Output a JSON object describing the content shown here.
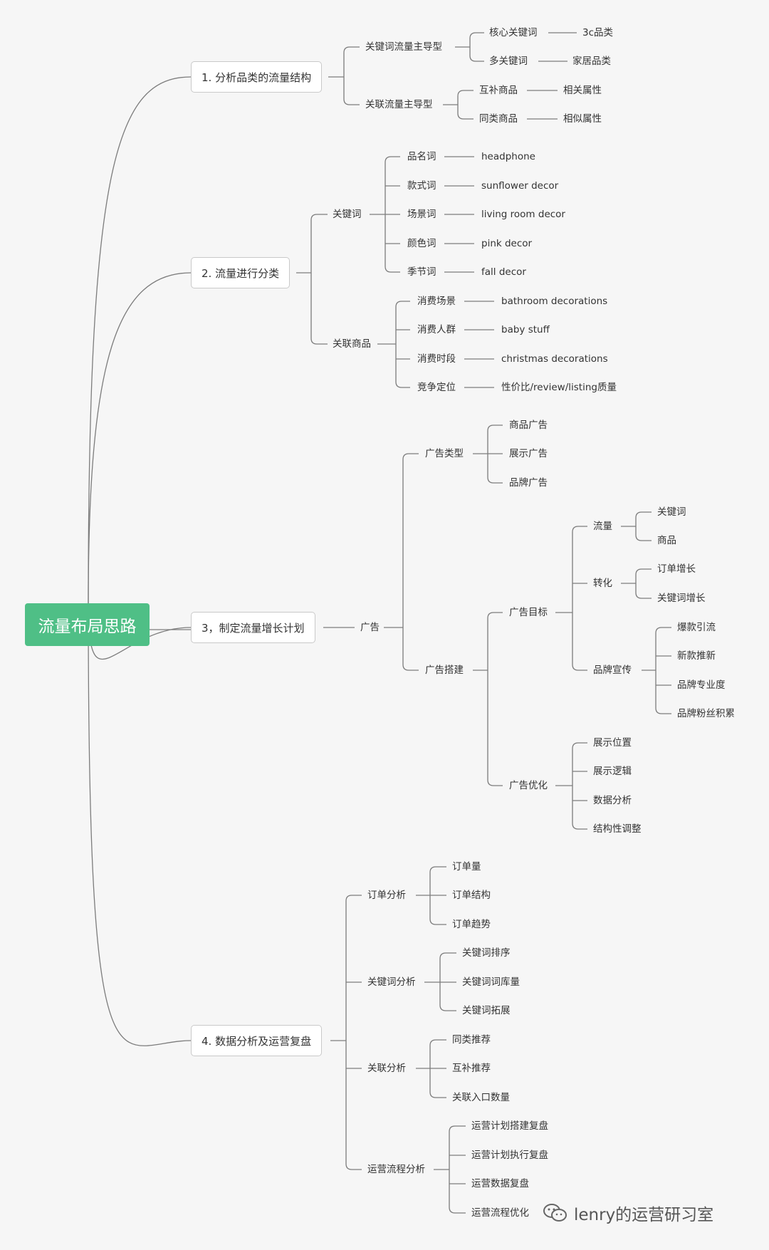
{
  "root": {
    "label": "流量布局思路"
  },
  "branches": [
    {
      "label": "1. 分析品类的流量结构",
      "children": [
        {
          "label": "关键词流量主导型",
          "children": [
            {
              "label": "核心关键词",
              "children": [
                {
                  "label": "3c品类"
                }
              ]
            },
            {
              "label": "多关键词",
              "children": [
                {
                  "label": "家居品类"
                }
              ]
            }
          ]
        },
        {
          "label": "关联流量主导型",
          "children": [
            {
              "label": "互补商品",
              "children": [
                {
                  "label": "相关属性"
                }
              ]
            },
            {
              "label": "同类商品",
              "children": [
                {
                  "label": "相似属性"
                }
              ]
            }
          ]
        }
      ]
    },
    {
      "label": "2. 流量进行分类",
      "children": [
        {
          "label": "关键词",
          "children": [
            {
              "label": "品名词",
              "children": [
                {
                  "label": "headphone"
                }
              ]
            },
            {
              "label": "款式词",
              "children": [
                {
                  "label": "sunflower decor"
                }
              ]
            },
            {
              "label": "场景词",
              "children": [
                {
                  "label": "living room decor"
                }
              ]
            },
            {
              "label": "颜色词",
              "children": [
                {
                  "label": "pink decor"
                }
              ]
            },
            {
              "label": "季节词",
              "children": [
                {
                  "label": "fall decor"
                }
              ]
            }
          ]
        },
        {
          "label": "关联商品",
          "children": [
            {
              "label": "消费场景",
              "children": [
                {
                  "label": "bathroom decorations"
                }
              ]
            },
            {
              "label": "消费人群",
              "children": [
                {
                  "label": "baby stuff"
                }
              ]
            },
            {
              "label": "消费时段",
              "children": [
                {
                  "label": "christmas decorations"
                }
              ]
            },
            {
              "label": "竞争定位",
              "children": [
                {
                  "label": "性价比/review/listing质量"
                }
              ]
            }
          ]
        }
      ]
    },
    {
      "label": "3，制定流量增长计划",
      "children": [
        {
          "label": "广告",
          "children": [
            {
              "label": "广告类型",
              "children": [
                {
                  "label": "商品广告"
                },
                {
                  "label": "展示广告"
                },
                {
                  "label": "品牌广告"
                }
              ]
            },
            {
              "label": "广告搭建",
              "children": [
                {
                  "label": "广告目标",
                  "children": [
                    {
                      "label": "流量",
                      "children": [
                        {
                          "label": "关键词"
                        },
                        {
                          "label": "商品"
                        }
                      ]
                    },
                    {
                      "label": "转化",
                      "children": [
                        {
                          "label": "订单增长"
                        },
                        {
                          "label": "关键词增长"
                        }
                      ]
                    },
                    {
                      "label": "品牌宣传",
                      "children": [
                        {
                          "label": "爆款引流"
                        },
                        {
                          "label": "新款推新"
                        },
                        {
                          "label": "品牌专业度"
                        },
                        {
                          "label": "品牌粉丝积累"
                        }
                      ]
                    }
                  ]
                },
                {
                  "label": "广告优化",
                  "children": [
                    {
                      "label": "展示位置"
                    },
                    {
                      "label": "展示逻辑"
                    },
                    {
                      "label": "数据分析"
                    },
                    {
                      "label": "结构性调整"
                    }
                  ]
                }
              ]
            }
          ]
        }
      ]
    },
    {
      "label": "4. 数据分析及运营复盘",
      "children": [
        {
          "label": "订单分析",
          "children": [
            {
              "label": "订单量"
            },
            {
              "label": "订单结构"
            },
            {
              "label": "订单趋势"
            }
          ]
        },
        {
          "label": "关键词分析",
          "children": [
            {
              "label": "关键词排序"
            },
            {
              "label": "关键词词库量"
            },
            {
              "label": "关键词拓展"
            }
          ]
        },
        {
          "label": "关联分析",
          "children": [
            {
              "label": "同类推荐"
            },
            {
              "label": "互补推荐"
            },
            {
              "label": "关联入口数量"
            }
          ]
        },
        {
          "label": "运营流程分析",
          "children": [
            {
              "label": "运营计划搭建复盘"
            },
            {
              "label": "运营计划执行复盘"
            },
            {
              "label": "运营数据复盘"
            },
            {
              "label": "运营流程优化"
            }
          ]
        }
      ]
    }
  ],
  "watermark": {
    "text": "lenry的运营研习室",
    "icon": "wechat-icon"
  },
  "colors": {
    "root_bg": "#4fbf86",
    "line": "#7c7c7c",
    "background": "#f6f6f6"
  }
}
